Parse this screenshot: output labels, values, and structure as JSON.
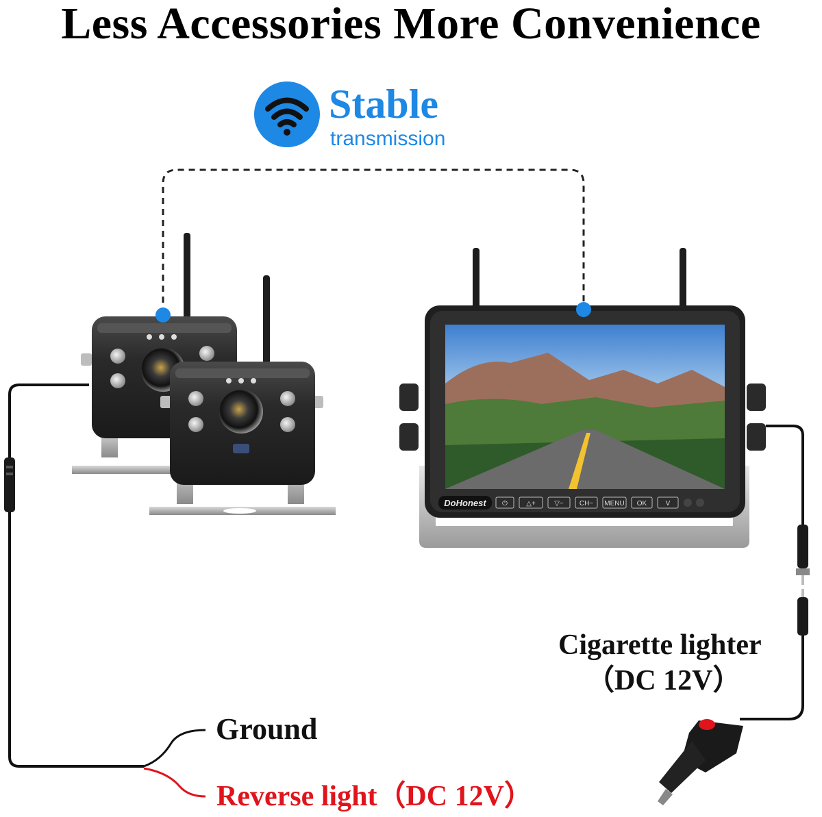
{
  "title": "Less Accessories More Convenience",
  "badge": {
    "icon": "wifi-icon",
    "heading": "Stable",
    "subheading": "transmission",
    "color": "#1e88e5"
  },
  "monitor": {
    "brand": "DoHonest",
    "buttons": [
      "⏻",
      "△+",
      "▽−",
      "CH−",
      "MENU",
      "OK",
      "V"
    ]
  },
  "labels": {
    "ground": "Ground",
    "reverse_light": "Reverse light（DC 12V）",
    "cigarette_line1": "Cigarette lighter",
    "cigarette_line2": "（DC 12V）"
  },
  "colors": {
    "accent_blue": "#1e88e5",
    "reverse_wire": "#e0141c",
    "body_dark": "#2b2b2b"
  }
}
